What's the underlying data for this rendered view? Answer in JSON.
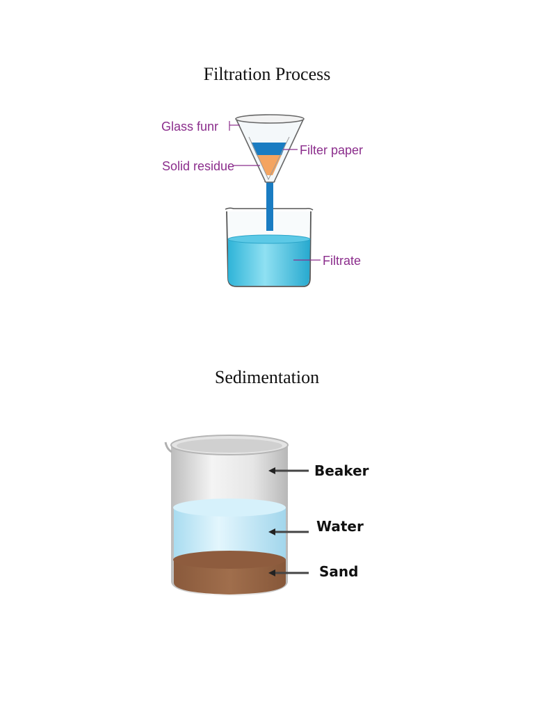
{
  "filtration": {
    "title": "Filtration Process",
    "labels": {
      "glass_funnel": "Glass funr",
      "filter_paper": "Filter paper",
      "solid_residue": "Solid residue",
      "filtrate": "Filtrate"
    },
    "colors": {
      "label": "#8b2d8c",
      "liquid": "#3bbfe0",
      "residue": "#f4a460",
      "filter": "#1a7cc2"
    }
  },
  "sedimentation": {
    "title": "Sedimentation",
    "labels": {
      "beaker": "Beaker",
      "water": "Water",
      "sand": "Sand"
    },
    "colors": {
      "water": "#bfe8f7",
      "sand": "#946042",
      "glass": "#d9d9d9"
    }
  }
}
